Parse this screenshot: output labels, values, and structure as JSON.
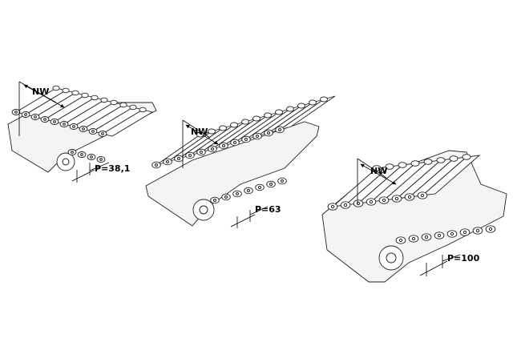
{
  "conveyors": [
    {
      "nw_label": "NW",
      "pitch_label": "P=38,1",
      "type": "small"
    },
    {
      "nw_label": "NW",
      "pitch_label": "P=63",
      "type": "medium"
    },
    {
      "nw_label": "NW",
      "pitch_label": "P=100",
      "type": "large"
    }
  ],
  "colors": {
    "line": "#222222",
    "background": "#ffffff",
    "fill": "#f4f4f4"
  }
}
